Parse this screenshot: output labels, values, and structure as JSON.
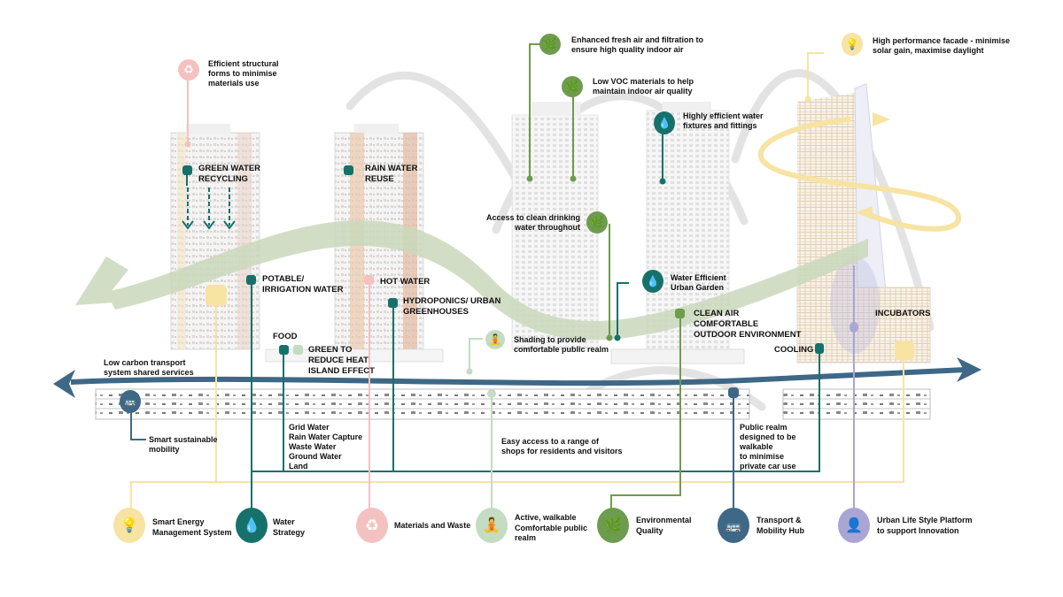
{
  "colors": {
    "energy": "#f7e3a2",
    "water": "#16716b",
    "materials": "#f3c2c0",
    "walkable": "#c3dcc2",
    "environment": "#6e9c4e",
    "transport": "#3e6886",
    "innovation": "#a9a6d4",
    "wind_arrow": "#c9d8bb",
    "road": "#3e6886",
    "swoosh": "#dcdcdc"
  },
  "top_callouts": {
    "structural": "Efficient structural\nforms to minimise\nmaterials use",
    "fresh_air": "Enhanced fresh air and filtration to\nensure high quality indoor air",
    "low_voc": "Low VOC materials to help\nmaintain indoor air quality",
    "water_fixtures": "Highly efficient water\nfixtures and fittings",
    "facade": "High performance facade - minimise\nsolar gain, maximise daylight",
    "drinking_water": "Access to clean drinking\nwater throughout",
    "urban_garden": "Water Efficient\nUrban Garden",
    "shading": "Shading to provide\ncomfortable public realm"
  },
  "building_labels": {
    "green_water": "GREEN WATER\nRECYCLING",
    "rain_water": "RAIN WATER\nREUSE",
    "potable": "POTABLE/\nIRRIGATION WATER",
    "hot_water": "HOT WATER",
    "hydroponics": "HYDROPONICS/ URBAN\nGREENHOUSES",
    "food": "FOOD",
    "green_heat": "GREEN TO\nREDUCE HEAT\nISLAND EFFECT",
    "clean_air": "CLEAN AIR\nCOMFORTABLE\nOUTDOOR ENVIRONMENT",
    "cooling": "COOLING",
    "incubators": "INCUBATORS"
  },
  "ground_labels": {
    "low_carbon": "Low carbon transport\nsystem shared services",
    "smart_mobility": "Smart sustainable\nmobility",
    "water_sources": "Grid Water\nRain Water Capture\nWaste Water\nGround Water\nLand",
    "shops": "Easy access to a range of\nshops for residents and visitors",
    "public_realm": "Public realm\ndesigned to be\nwalkable\nto minimise\nprivate car use"
  },
  "categories": [
    {
      "id": "energy",
      "label": "Smart Energy\nManagement System",
      "icon": "lightbulb-icon"
    },
    {
      "id": "water",
      "label": "Water\nStrategy",
      "icon": "water-drop-icon"
    },
    {
      "id": "materials",
      "label": "Materials and Waste",
      "icon": "recycle-icon"
    },
    {
      "id": "walkable",
      "label": "Active, walkable\nComfortable public\nrealm",
      "icon": "yoga-figure-icon"
    },
    {
      "id": "environment",
      "label": "Environmental\nQuality",
      "icon": "globe-leaf-icon"
    },
    {
      "id": "transport",
      "label": "Transport &\nMobility Hub",
      "icon": "transport-icon"
    },
    {
      "id": "innovation",
      "label": "Urban Life Style Platform\nto support Innovation",
      "icon": "head-idea-icon"
    }
  ]
}
